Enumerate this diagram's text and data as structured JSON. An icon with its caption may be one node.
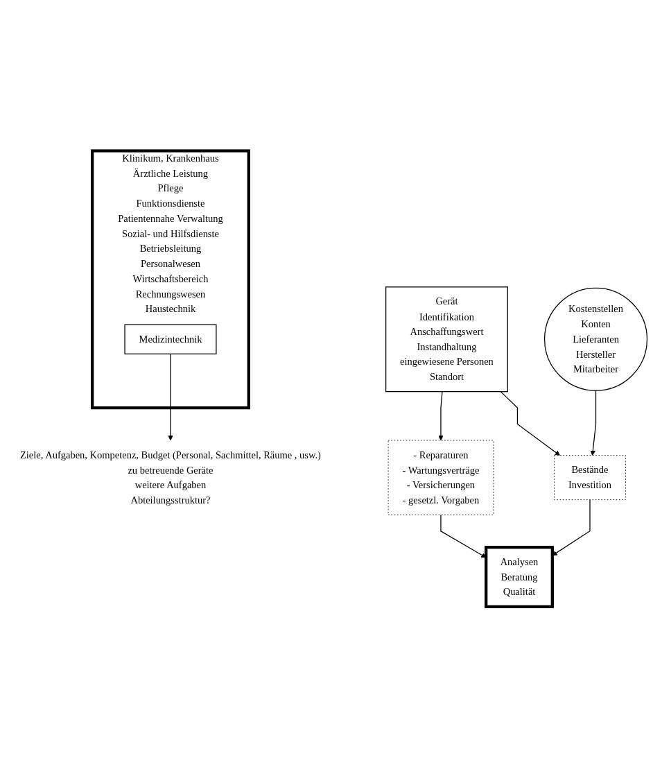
{
  "diagram": {
    "nodes": [
      {
        "text": [
          "Klinikum, Krankenhaus",
          "Ärztliche Leistung",
          "Pflege",
          "Funktionsdienste",
          "Patientennahe Verwaltung",
          "Sozial- und Hilfsdienste",
          "Betriebsleitung",
          "Personalwesen",
          "Wirtschaftsbereich",
          "Rechnungswesen",
          "Haustechnik"
        ]
      },
      {
        "text": [
          "Medizintechnik"
        ],
        "in": 0
      },
      {
        "text": [
          "Ziele, Aufgaben, Kompetenz, Budget (Personal, Sachmittel, Räume , usw.)",
          "zu betreuende Geräte",
          "weitere Aufgaben",
          "Abteilungsstruktur?"
        ]
      },
      {
        "text": [
          "Gerät",
          "Identifikation",
          "Anschaffungswert",
          "Instandhaltung",
          "eingewiesene Personen",
          "Standort"
        ]
      },
      {
        "text": [
          "Kostenstellen",
          "Konten",
          "Lieferanten",
          "Hersteller",
          "Mitarbeiter"
        ]
      },
      {
        "text": [
          "Bestände",
          "Investition"
        ]
      },
      {
        "text": [
          "- Reparaturen",
          "- Wartungsverträge",
          "- Versicherungen",
          "- gesetzl. Vorgaben"
        ]
      },
      {
        "text": [
          "Analysen",
          "Beratung",
          "Qualität"
        ]
      }
    ],
    "edges": [
      {
        "from": 1,
        "to": 2,
        "arrow": "to"
      },
      {
        "from": 3,
        "to": 6,
        "arrow": "to"
      },
      {
        "from": 4,
        "to": 5,
        "arrow": "to"
      },
      {
        "from": 3,
        "to": 5,
        "arrow": "to"
      },
      {
        "from": 6,
        "to": 7,
        "arrow": "to"
      },
      {
        "from": 5,
        "to": 7,
        "arrow": "to"
      }
    ]
  }
}
